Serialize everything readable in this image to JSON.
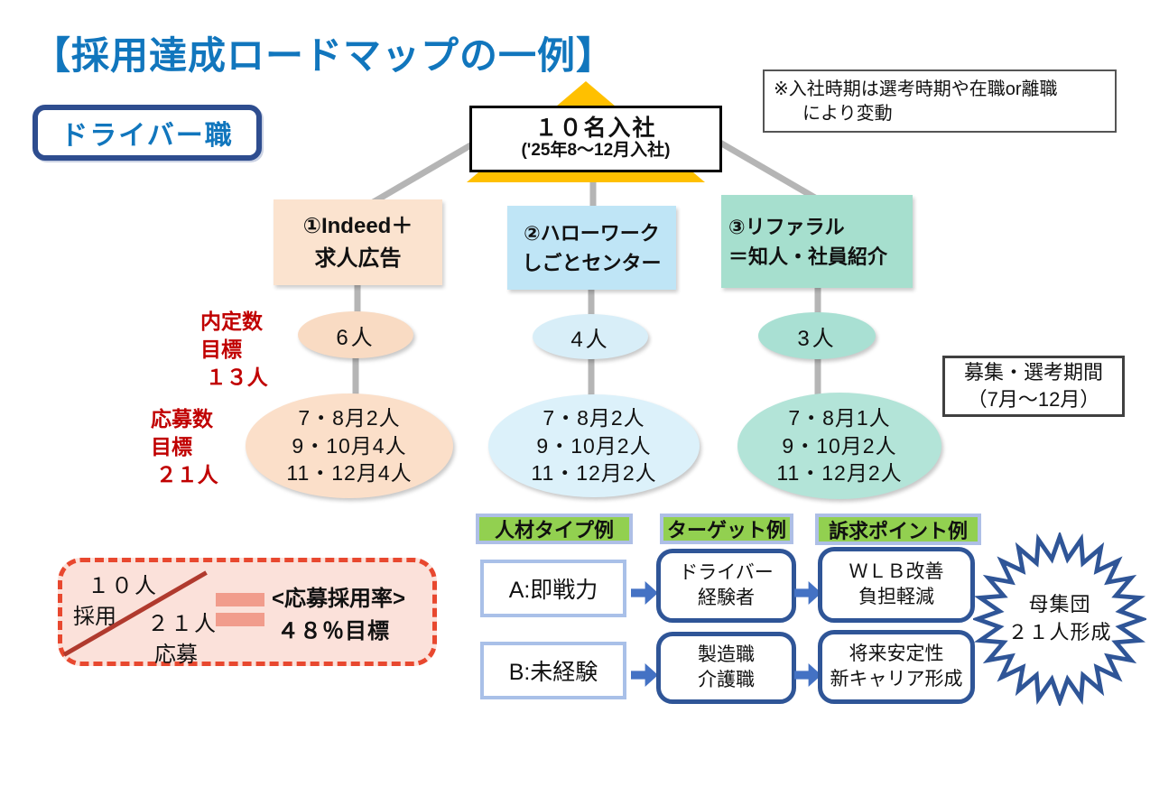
{
  "title": "【採用達成ロードマップの一例】",
  "job_label": "ドライバー職",
  "goal": {
    "line1": "１０名入社",
    "line2": "('25年8～12月入社)"
  },
  "note": {
    "line1": "※入社時期は選考時期や在職or離職",
    "line2": "により変動"
  },
  "period": {
    "line1": "募集・選考期間",
    "line2": "（7月～12月）"
  },
  "offer_target_label": {
    "line1": "内定数",
    "line2": "目標",
    "line3": "１３人"
  },
  "application_target_label": {
    "line1": "応募数",
    "line2": "目標",
    "line3": "２１人"
  },
  "channels": [
    {
      "title_line1": "①Indeed＋",
      "title_line2": "求人広告",
      "offers": "6人",
      "apps_line1": "7・8月2人",
      "apps_line2": "9・10月4人",
      "apps_line3": "11・12月4人",
      "box_color": "#fbe3cf",
      "ellipse_color": "#f9dbc3",
      "big_ellipse_color": "#fbdfc9"
    },
    {
      "title_line1": "②ハローワーク",
      "title_line2": "しごとセンター",
      "offers": "4人",
      "apps_line1": "7・8月2人",
      "apps_line2": "9・10月2人",
      "apps_line3": "11・12月2人",
      "box_color": "#bfe5f6",
      "ellipse_color": "#d8eef8",
      "big_ellipse_color": "#dcf1fa"
    },
    {
      "title_line1": "③リファラル",
      "title_line2": "＝知人・社員紹介",
      "offers": "3人",
      "apps_line1": "7・8月1人",
      "apps_line2": "9・10月2人",
      "apps_line3": "11・12月2人",
      "box_color": "#a6dfce",
      "ellipse_color": "#a9e0d3",
      "big_ellipse_color": "#b3e4d8"
    }
  ],
  "rate": {
    "numerator_value": "１０人",
    "numerator_label": "採用",
    "denominator_value": "２１人",
    "denominator_label": "応募",
    "result_title": "<応募採用率>",
    "result_value": "４８％目標"
  },
  "matrix": {
    "header_type": "人材タイプ例",
    "header_target": "ターゲット例",
    "header_appeal": "訴求ポイント例",
    "rows": [
      {
        "type": "A:即戦力",
        "target_line1": "ドライバー",
        "target_line2": "経験者",
        "appeal_line1": "ＷＬＢ改善",
        "appeal_line2": "負担軽減"
      },
      {
        "type": "B:未経験",
        "target_line1": "製造職",
        "target_line2": "介護職",
        "appeal_line1": "将来安定性",
        "appeal_line2": "新キャリア形成"
      }
    ]
  },
  "starburst": {
    "line1": "母集団",
    "line2": "２１人形成"
  },
  "colors": {
    "title_blue": "#1176bd",
    "navy_border": "#2f5597",
    "job_border": "#2e4d8f",
    "gold_triangle": "#ffc000",
    "green_header": "#92d050",
    "header_border": "#aebfe6",
    "red_text": "#c00000",
    "dashed_red": "#e8482f",
    "rate_bg": "#fbe1da",
    "equals_salmon": "#f19c8c",
    "arrow_blue": "#4472c4",
    "line_gray": "#b5b5b5"
  }
}
